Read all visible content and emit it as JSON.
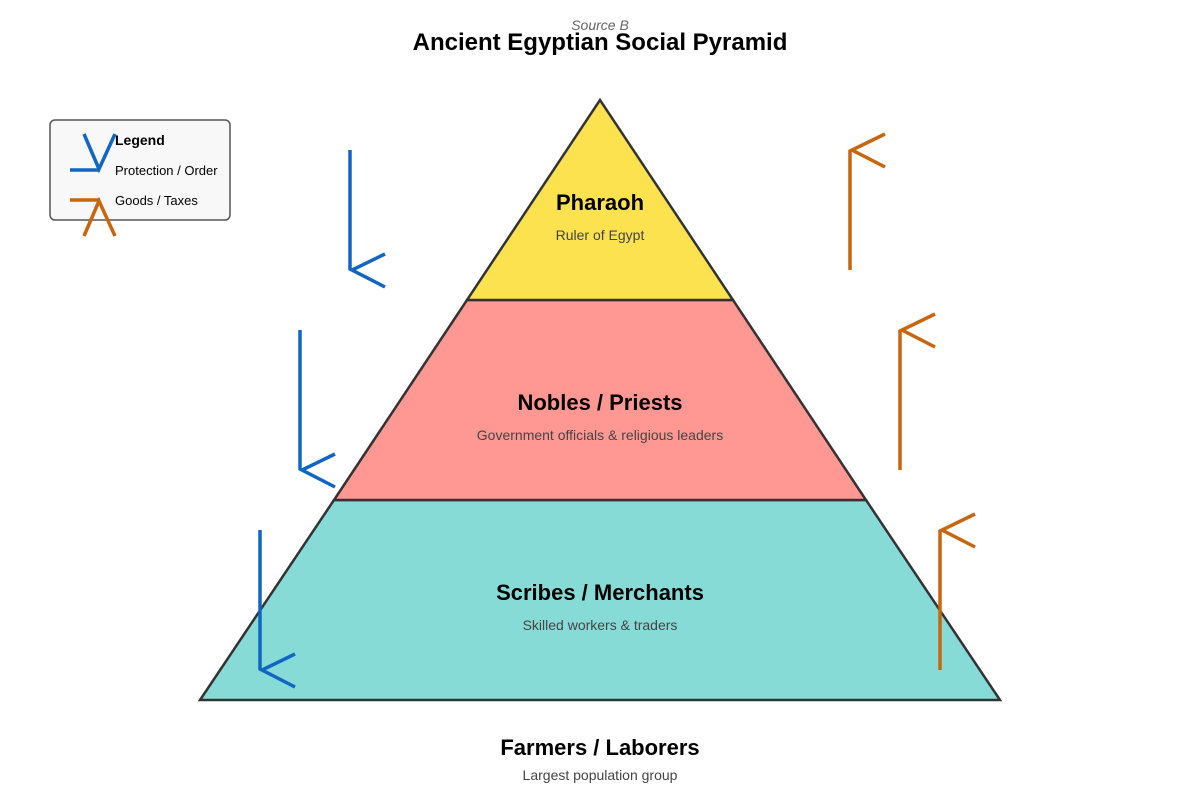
{
  "source_label": "Source B",
  "title": "Ancient Egyptian Social Pyramid",
  "colors": {
    "protection": "#1166c4",
    "goods": "#c8650f",
    "pharaoh_fill": "#fde24f",
    "nobles_fill": "#ff9893",
    "scribes_fill": "#86dbd6",
    "outline": "#333333",
    "legend_bg": "#f8f8f8"
  },
  "tiers": [
    {
      "name": "Pharaoh",
      "description": "Ruler of Egypt"
    },
    {
      "name": "Nobles / Priests",
      "description": "Government officials & religious leaders"
    },
    {
      "name": "Scribes / Merchants",
      "description": "Skilled workers & traders"
    }
  ],
  "base_group": {
    "name": "Farmers / Laborers",
    "description": "Largest population group"
  },
  "legend": {
    "title": "Legend",
    "items": [
      {
        "label": "Protection / Order",
        "icon": "blue-down-arrow-icon"
      },
      {
        "label": "Goods / Taxes",
        "icon": "orange-up-arrow-icon"
      }
    ]
  },
  "flows": {
    "protection_arrows": 3,
    "goods_arrows": 3
  }
}
